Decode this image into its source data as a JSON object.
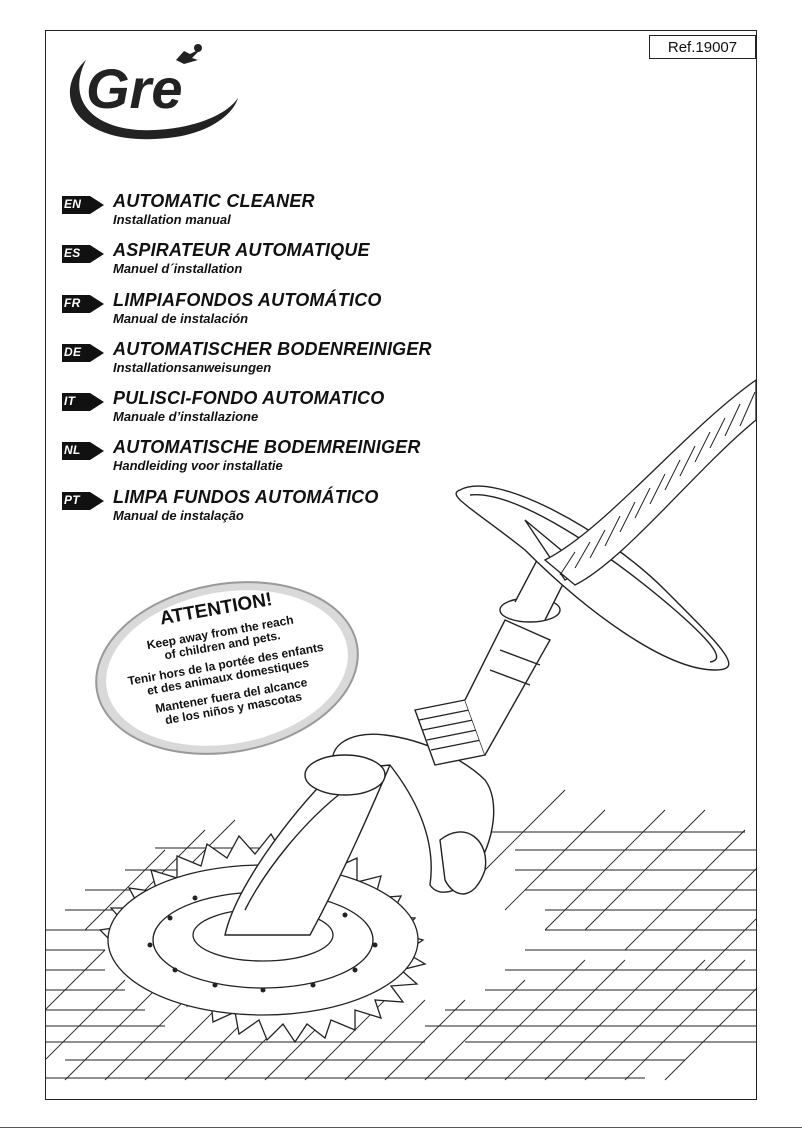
{
  "ref": "Ref.19007",
  "logo": {
    "text": "Gre"
  },
  "languages": [
    {
      "code": "EN",
      "title": "AUTOMATIC CLEANER",
      "subtitle": "Installation manual"
    },
    {
      "code": "ES",
      "title": "ASPIRATEUR AUTOMATIQUE",
      "subtitle": "Manuel d´installation"
    },
    {
      "code": "FR",
      "title": "LIMPIAFONDOS AUTOMÁTICO",
      "subtitle": "Manual de instalación"
    },
    {
      "code": "DE",
      "title": "AUTOMATISCHER BODENREINIGER",
      "subtitle": "Installationsanweisungen"
    },
    {
      "code": "IT",
      "title": "PULISCI-FONDO AUTOMATICO",
      "subtitle": "Manuale d’installazione"
    },
    {
      "code": "NL",
      "title": "AUTOMATISCHE BODEMREINIGER",
      "subtitle": "Handleiding voor installatie"
    },
    {
      "code": "PT",
      "title": "LIMPA FUNDOS AUTOMÁTICO",
      "subtitle": "Manual de instalação"
    }
  ],
  "warning": {
    "heading": "ATTENTION!",
    "lines_en": [
      "Keep away from the reach",
      "of children and pets."
    ],
    "lines_fr": [
      "Tenir hors de la portée des enfants",
      "et des animaux domestiques"
    ],
    "lines_es": [
      "Mantener fuera del alcance",
      "de los niños y mascotas"
    ]
  }
}
